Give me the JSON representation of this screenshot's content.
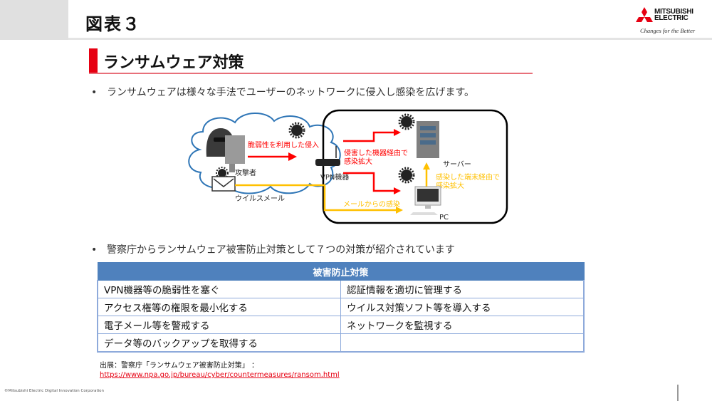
{
  "header": {
    "figure_title": "図表３",
    "logo": {
      "brand_line1": "MITSUBISHI",
      "brand_line2": "ELECTRIC",
      "tagline": "Changes for the Better",
      "color": "#e60012"
    }
  },
  "section": {
    "title": "ランサムウェア対策",
    "accent_color": "#e60012"
  },
  "bullets": [
    {
      "marker": "•",
      "text": "ランサムウェアは様々な手法でユーザーのネットワークに侵入し感染を広げます。"
    },
    {
      "marker": "•",
      "text": "警察庁からランサムウェア被害防止対策として７つの対策が紹介されています"
    }
  ],
  "diagram": {
    "attacker_label": "攻撃者",
    "virus_mail_label": "ウイルスメール",
    "vuln_intrusion_label": "脆弱性を利用した侵入",
    "vpn_label": "VPN機器",
    "spread_via_device_label_1": "侵害した機器経由で",
    "spread_via_device_label_2": "感染拡大",
    "server_label": "サーバー",
    "spread_via_pc_label_1": "感染した端末経由で",
    "spread_via_pc_label_2": "感染拡大",
    "mail_infection_label": "メールからの感染",
    "pc_label": "PC",
    "colors": {
      "red_arrow": "#ff0000",
      "yellow_arrow": "#ffc000",
      "cloud_border": "#2e75b6"
    }
  },
  "table": {
    "header": "被害防止対策",
    "rows": [
      [
        "VPN機器等の脆弱性を塞ぐ",
        "認証情報を適切に管理する"
      ],
      [
        "アクセス権等の権限を最小化する",
        "ウイルス対策ソフト等を導入する"
      ],
      [
        "電子メール等を警戒する",
        "ネットワークを監視する"
      ],
      [
        "データ等のバックアップを取得する",
        ""
      ]
    ],
    "header_color": "#4f81bd"
  },
  "source": {
    "label": "出展：警察庁「ランサムウェア被害防止対策」 ：",
    "link_text": "https://www.npa.go.jp/bureau/cyber/countermeasures/ransom.html"
  },
  "footer": {
    "copyright": "©Mitsubishi Electric Digital Innovation Corporation"
  }
}
